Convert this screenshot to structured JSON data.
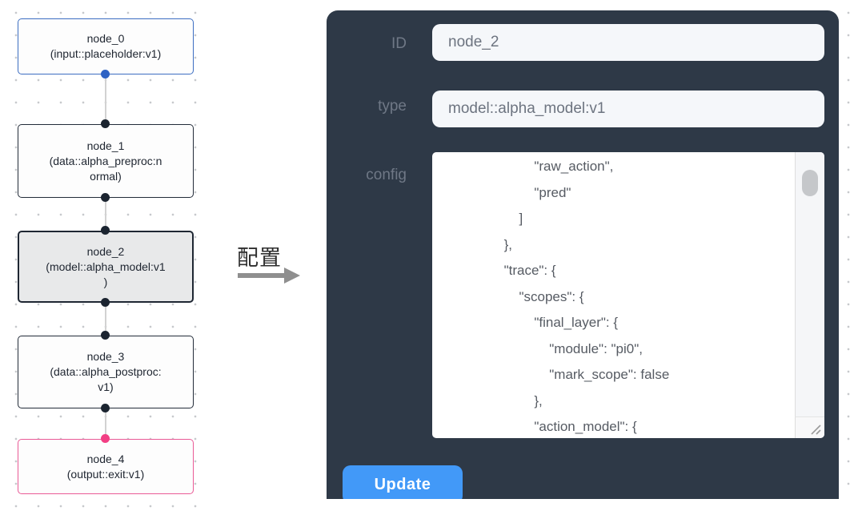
{
  "canvas": {
    "nodes": [
      {
        "id": "node_0",
        "label": "node_0\n(input::placeholder:v1)",
        "border_color": "#3d6ec2",
        "handle_color": "#2f63c4",
        "selected": false
      },
      {
        "id": "node_1",
        "label": "node_1\n(data::alpha_preproc:n\normal)",
        "border_color": "#232c39",
        "handle_color": "#1b2430",
        "selected": false
      },
      {
        "id": "node_2",
        "label": "node_2\n(model::alpha_model:v1\n)",
        "border_color": "#1f2733",
        "handle_color": "#1b2430",
        "selected": true
      },
      {
        "id": "node_3",
        "label": "node_3\n(data::alpha_postproc:\nv1)",
        "border_color": "#232c39",
        "handle_color": "#1b2430",
        "selected": false
      },
      {
        "id": "node_4",
        "label": "node_4\n(output::exit:v1)",
        "border_color": "#ea5a96",
        "handle_color": "#f23f84",
        "selected": false
      }
    ],
    "dot_color": "#c7c9cc",
    "edge_color": "#d2d2d2"
  },
  "annotation": {
    "label": "配置",
    "arrow_color": "#8f8f8f"
  },
  "panel": {
    "background": "#2e3947",
    "id_label": "ID",
    "id_value": "node_2",
    "type_label": "type",
    "type_value": "model::alpha_model:v1",
    "config_label": "config",
    "config_text": "                        \"raw_action\",\n                        \"pred\"\n                    ]\n                },\n                \"trace\": {\n                    \"scopes\": {\n                        \"final_layer\": {\n                            \"module\": \"pi0\",\n                            \"mark_scope\": false\n                        },\n                        \"action_model\": {",
    "update_label": "Update",
    "accent_color": "#4299f8"
  }
}
